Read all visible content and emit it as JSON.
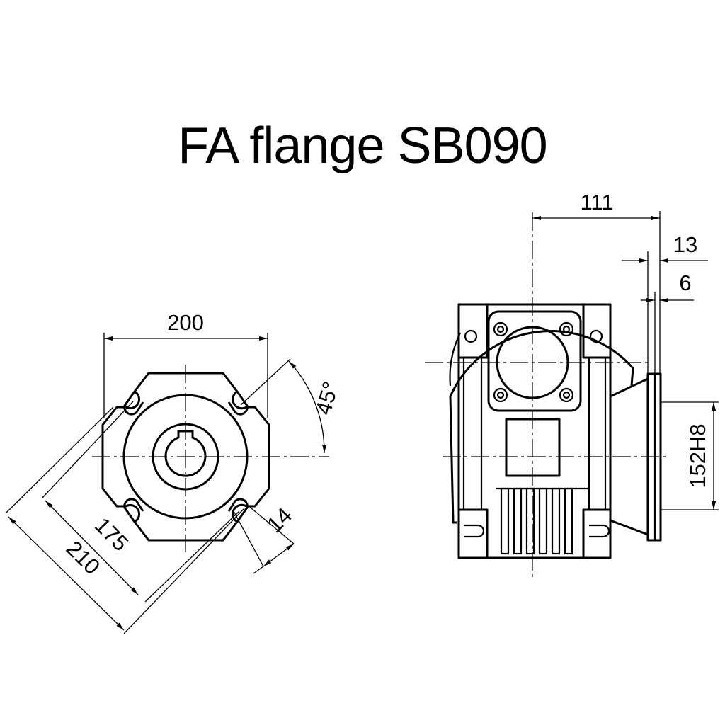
{
  "title": "FA flange SB090",
  "front_view": {
    "dim_width": "200",
    "dim_angle": "45°",
    "dim_bolt_circle": "175",
    "dim_outer": "210",
    "dim_slot": "14"
  },
  "side_view": {
    "dim_length": "111",
    "dim_flange_offset": "13",
    "dim_flange_thickness": "6",
    "dim_spigot": "152H8"
  }
}
